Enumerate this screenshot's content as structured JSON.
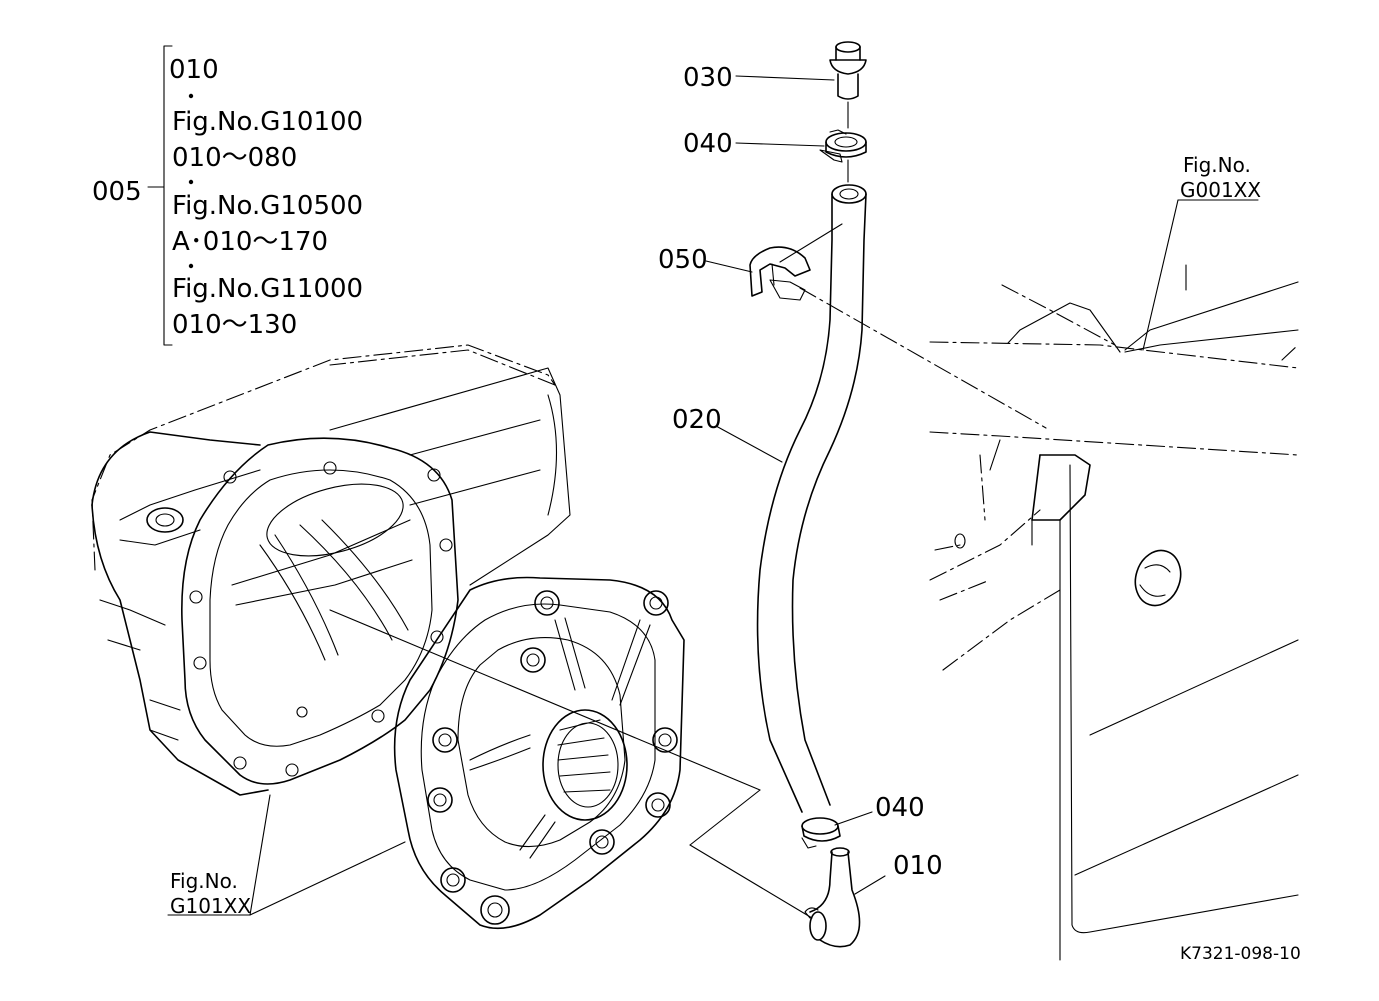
{
  "parts": {
    "p005": "005",
    "p010_ref": "010",
    "fig1": "Fig.No.G10100",
    "fig1_range": "010～080",
    "fig2": "Fig.No.G10500",
    "fig2_range": "A･010～170",
    "fig3": "Fig.No.G11000",
    "fig3_range": "010～130",
    "p030": "030",
    "p040_top": "040",
    "p050": "050",
    "p020": "020",
    "p040_bottom": "040",
    "p010": "010"
  },
  "refs": {
    "right_fig_line1": "Fig.No.",
    "right_fig_line2": "G001XX",
    "left_fig_line1": "Fig.No.",
    "left_fig_line2": "G101XX"
  },
  "drawing_id": "K7321-098-10"
}
